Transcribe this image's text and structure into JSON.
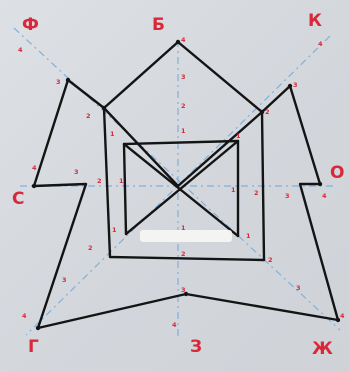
{
  "labels": {
    "top": "Б",
    "top_left": "Ф",
    "top_right": "К",
    "left": "С",
    "right": "О",
    "bottom_left": "Г",
    "bottom_right": "Ж",
    "bottom": "З"
  },
  "numbers": {
    "n_top_outer": "4",
    "n_top_3": "3",
    "n_top_2": "2",
    "n_top_1": "1",
    "n_bottom_1": "1",
    "n_bottom_2": "2",
    "n_bottom_3": "3",
    "n_bottom_4": "4",
    "n_left_4": "4",
    "n_left_3": "3",
    "n_left_2": "2",
    "n_left_1": "1",
    "n_right_1": "1",
    "n_right_2": "2",
    "n_right_3": "3",
    "n_right_4": "4",
    "n_f_4": "4",
    "n_f_3": "3",
    "n_f_2": "2",
    "n_f_1": "1",
    "n_k_4": "4",
    "n_k_3": "3",
    "n_k_2": "2",
    "n_k_1": "1",
    "n_g_1": "1",
    "n_g_2": "2",
    "n_g_3": "3",
    "n_g_4": "4",
    "n_zh_1": "1",
    "n_zh_2": "2",
    "n_zh_3": "3",
    "n_zh_4": "4"
  },
  "colors": {
    "axis": "#7fb0dc",
    "figure": "#141414",
    "label": "#d8283a"
  }
}
